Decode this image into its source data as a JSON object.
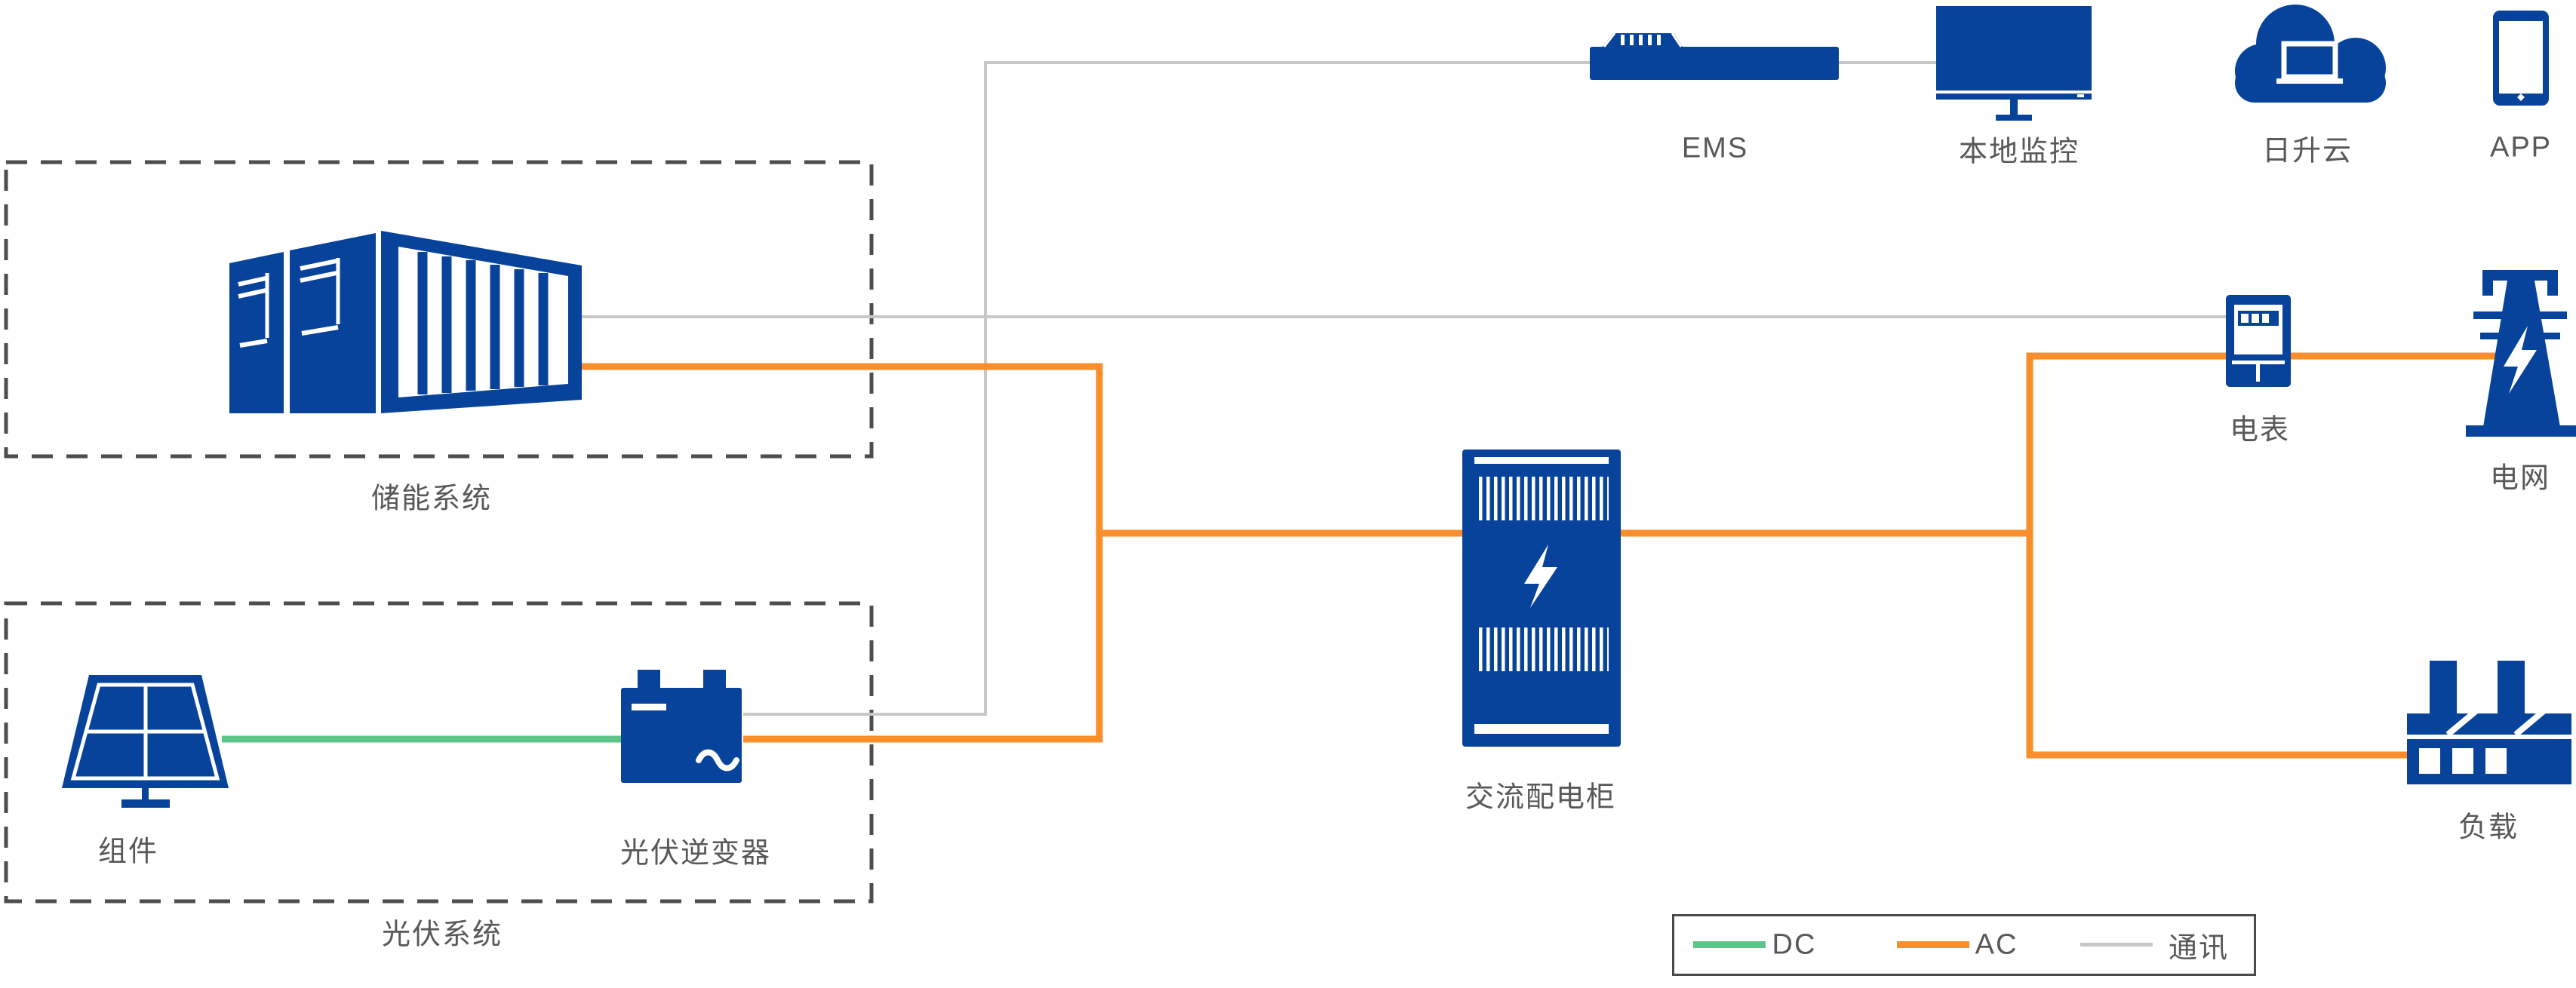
{
  "diagram": {
    "type": "solar-plus-storage-system-architecture",
    "groups": {
      "storage_system": {
        "label": "储能系统"
      },
      "pv_system": {
        "label": "光伏系统"
      }
    },
    "nodes": {
      "module": {
        "label": "组件"
      },
      "pv_inverter": {
        "label": "光伏逆变器"
      },
      "ac_cabinet": {
        "label": "交流配电柜"
      },
      "ems": {
        "label": "EMS"
      },
      "local_monitor": {
        "label": "本地监控"
      },
      "risen_cloud": {
        "label": "日升云"
      },
      "app": {
        "label": "APP"
      },
      "meter": {
        "label": "电表"
      },
      "grid": {
        "label": "电网"
      },
      "load": {
        "label": "负载"
      }
    },
    "legend": {
      "items": [
        {
          "name": "dc",
          "label": "DC",
          "color": "#5EC58A"
        },
        {
          "name": "ac",
          "label": "AC",
          "color": "#F98E2B"
        },
        {
          "name": "comm",
          "label": "通讯",
          "color": "#C8C8C8"
        }
      ]
    },
    "colors": {
      "primary_blue": "#08439B",
      "ac_orange": "#F98E2B",
      "dc_green": "#5EC58A",
      "comm_gray": "#C8C8C8",
      "label_gray": "#595757",
      "dashed_border_gray": "#4D4D4D",
      "background": "#FFFFFF"
    },
    "icons": {
      "battery_container": "battery-container-icon",
      "solar_panel": "solar-panel-icon",
      "inverter": "inverter-icon",
      "ac_cabinet": "distribution-cabinet-icon",
      "ems": "ems-device-icon",
      "local_monitor": "monitor-icon",
      "risen_cloud": "cloud-icon",
      "app": "smartphone-icon",
      "meter": "energy-meter-icon",
      "grid": "transmission-tower-icon",
      "load": "factory-icon"
    }
  }
}
